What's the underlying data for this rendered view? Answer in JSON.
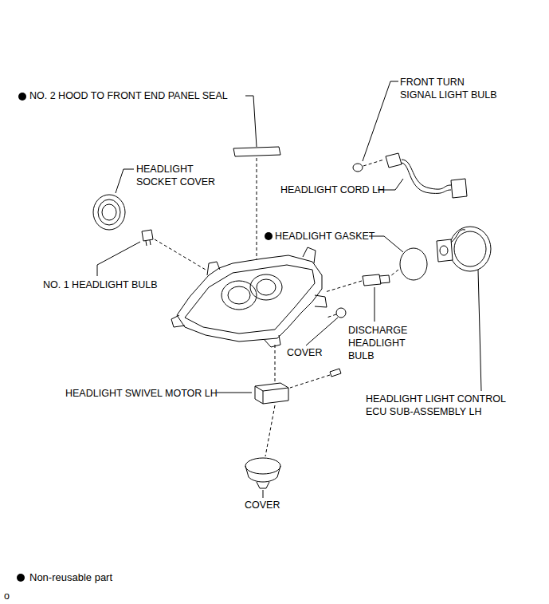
{
  "diagram": {
    "labels": [
      "NO. 2 HOOD TO FRONT END PANEL SEAL",
      "FRONT TURN SIGNAL LIGHT BULB",
      "HEADLIGHT SOCKET COVER",
      "HEADLIGHT CORD LH",
      "HEADLIGHT GASKET",
      "NO. 1 HEADLIGHT BULB",
      "DISCHARGE HEADLIGHT BULB",
      "COVER",
      "HEADLIGHT SWIVEL MOTOR LH",
      "HEADLIGHT LIGHT CONTROL ECU SUB-ASSEMBLY LH",
      "COVER",
      "o"
    ],
    "legend": [
      {
        "text": "Non-reusable part"
      }
    ]
  }
}
